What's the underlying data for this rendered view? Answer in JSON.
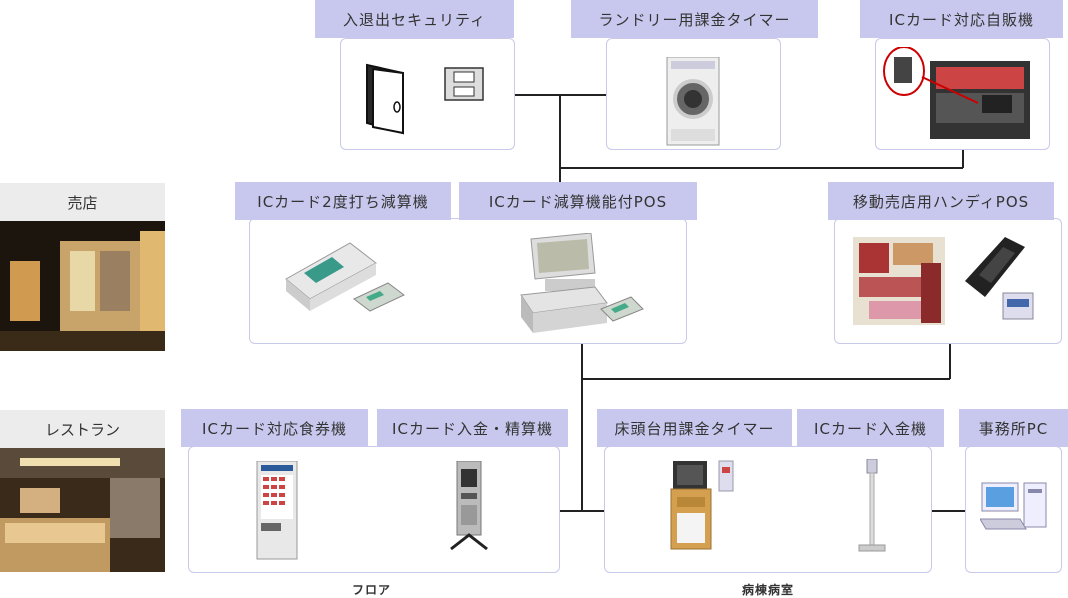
{
  "places": {
    "shop": "売店",
    "restaurant": "レストラン"
  },
  "devices": {
    "entry_security": "入退出セキュリティ",
    "laundry_timer": "ランドリー用課金タイマー",
    "vending_machine": "ICカード対応自販機",
    "double_deduction": "ICカード2度打ち減算機",
    "deduction_pos": "ICカード減算機能付POS",
    "handy_pos": "移動売店用ハンディPOS",
    "ticket_machine": "ICカード対応食券機",
    "deposit_settlement": "ICカード入金・精算機",
    "bedside_timer": "床頭台用課金タイマー",
    "deposit_machine": "ICカード入金機",
    "office_pc": "事務所PC"
  },
  "captions": {
    "floor": "フロア",
    "ward": "病棟病室"
  },
  "colors": {
    "tag_bg": "#c8c8ee",
    "box_border": "#c9c9ea",
    "line": "#222222",
    "side_bg": "#ececec"
  },
  "icons": [
    "door-icon",
    "card-reader-icon",
    "washing-machine-icon",
    "vending-machine-icon",
    "card-terminal-icon",
    "pos-register-icon",
    "shop-cart-icon",
    "handheld-terminal-icon",
    "ticket-machine-icon",
    "kiosk-icon",
    "bedside-cabinet-icon",
    "stand-reader-icon",
    "desktop-pc-icon"
  ]
}
